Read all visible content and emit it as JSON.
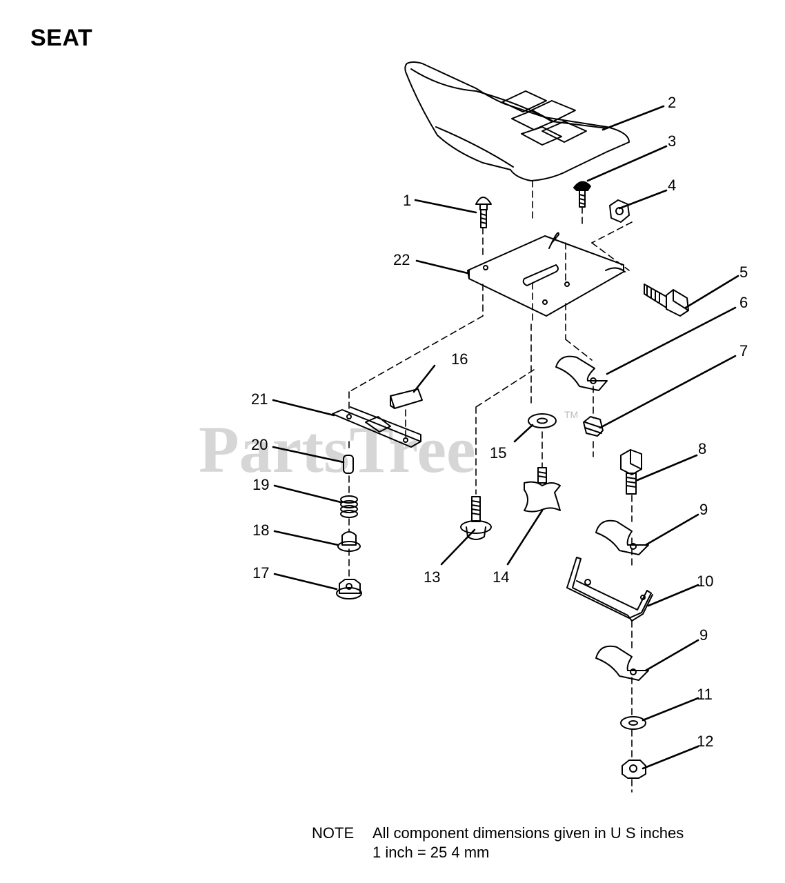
{
  "title": "SEAT",
  "watermark": {
    "text": "PartsTree",
    "tm": "TM"
  },
  "note": {
    "label": "NOTE",
    "line1": "All component dimensions given in U S  inches",
    "line2": "1 inch = 25 4 mm"
  },
  "callouts": {
    "c1": "1",
    "c2": "2",
    "c3": "3",
    "c4": "4",
    "c5": "5",
    "c6": "6",
    "c7": "7",
    "c8": "8",
    "c9a": "9",
    "c9b": "9",
    "c10": "10",
    "c11": "11",
    "c12": "12",
    "c13": "13",
    "c14": "14",
    "c15": "15",
    "c16": "16",
    "c17": "17",
    "c18": "18",
    "c19": "19",
    "c20": "20",
    "c21": "21",
    "c22": "22"
  }
}
